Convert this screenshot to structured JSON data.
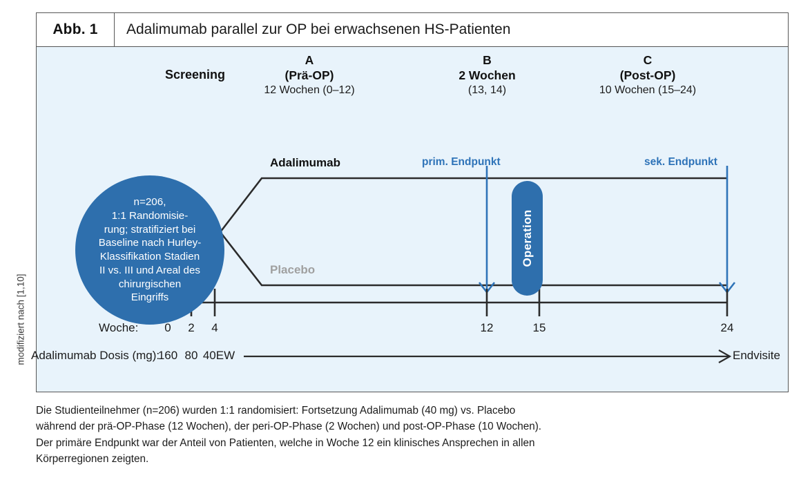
{
  "side_note": "modifiziert nach [1,10]",
  "figure": {
    "tag": "Abb. 1",
    "title": "Adalimumab parallel zur OP bei erwachsenen HS-Patienten",
    "accent_blue": "#2e6fad",
    "endpoint_blue": "#2e73b8",
    "panel_bg": "#e8f3fb",
    "placebo_gray": "#a0a0a0"
  },
  "screening_label": "Screening",
  "phases": [
    {
      "letter": "A",
      "name": "(Prä-OP)",
      "detail": "12 Wochen (0–12)"
    },
    {
      "letter": "B",
      "name": "2 Wochen",
      "detail": "(13, 14)"
    },
    {
      "letter": "C",
      "name": "(Post-OP)",
      "detail": "10 Wochen (15–24)"
    }
  ],
  "randomization_circle": {
    "lines": [
      "n=206,",
      "1:1 Randomisie-",
      "rung; stratifiziert bei",
      "Baseline nach Hurley-",
      "Klassifikation Stadien",
      "II vs. III und Areal des",
      "chirurgischen",
      "Eingriffs"
    ]
  },
  "arms": {
    "treatment": "Adalimumab",
    "control": "Placebo"
  },
  "endpoints": {
    "primary": "prim. Endpunkt",
    "secondary": "sek. Endpunkt"
  },
  "operation_label": "Operation",
  "timeline": {
    "row_label": "Woche:",
    "ticks": [
      "0",
      "2",
      "4",
      "12",
      "15",
      "24"
    ],
    "tick_weeks": [
      0,
      2,
      4,
      12,
      15,
      24
    ]
  },
  "dose_row": {
    "label": "Adalimumab Dosis (mg):",
    "values": [
      "160",
      "80",
      "40EW"
    ],
    "end_label": "Endvisite"
  },
  "caption": {
    "lines": [
      "Die Studienteilnehmer (n=206) wurden 1:1 randomisiert: Fortsetzung Adalimumab (40 mg) vs. Placebo",
      "während der prä-OP-Phase (12 Wochen), der peri-OP-Phase (2 Wochen) und post-OP-Phase (10 Wochen).",
      "Der primäre Endpunkt war der Anteil von Patienten, welche in Woche 12 ein klinisches Ansprechen in allen",
      "Körperregionen zeigten."
    ]
  }
}
